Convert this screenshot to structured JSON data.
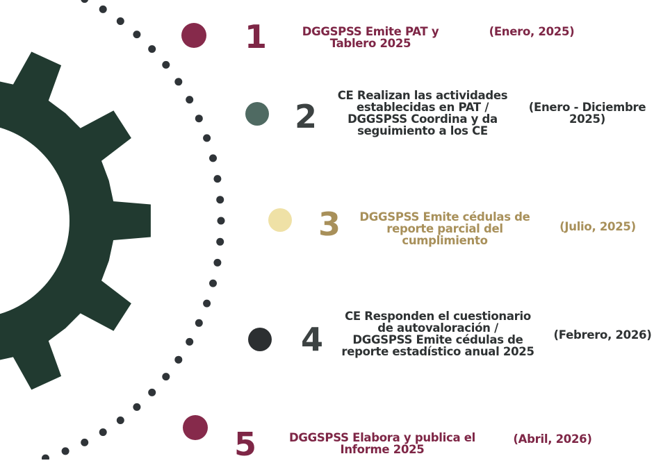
{
  "colors": {
    "gear": "#213a30",
    "orbit_dots": "#2f3438",
    "maroon": "#7e2646",
    "slate": "#3c4242",
    "khaki": "#a8905a"
  },
  "steps": [
    {
      "number": "1",
      "text": "DGGSPSS Emite PAT y\nTablero 2025",
      "date": "(Enero, 2025)",
      "dot_color": "#862a4b",
      "num_color": "#7e2646",
      "text_color": "#7e2646"
    },
    {
      "number": "2",
      "text": "CE Realizan las actividades\nestablecidas en PAT /\nDGGSPSS Coordina y da\nseguimiento a los CE",
      "date": "(Enero - Diciembre\n2025)",
      "dot_color": "#4f6a62",
      "num_color": "#3c4242",
      "text_color": "#2e3233"
    },
    {
      "number": "3",
      "text": "DGGSPSS Emite cédulas de\nreporte parcial del\ncumplimiento",
      "date": "(Julio, 2025)",
      "dot_color": "#efe1a6",
      "num_color": "#a8905a",
      "text_color": "#a8905a"
    },
    {
      "number": "4",
      "text": "CE Responden el cuestionario\nde autovaloración /\nDGGSPSS Emite cédulas de\nreporte estadístico anual 2025",
      "date": "(Febrero, 2026)",
      "dot_color": "#2c2f31",
      "num_color": "#3c4242",
      "text_color": "#2e3233"
    },
    {
      "number": "5",
      "text": "DGGSPSS Elabora y publica el\nInforme 2025",
      "date": "(Abril, 2026)",
      "dot_color": "#862a4b",
      "num_color": "#7e2646",
      "text_color": "#7e2646"
    }
  ]
}
